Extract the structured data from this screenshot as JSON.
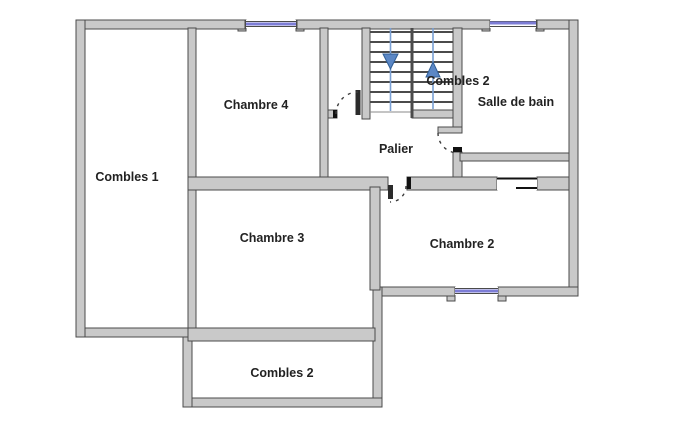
{
  "rooms": {
    "combles1": "Combles 1",
    "chambre4": "Chambre 4",
    "combles2_top": "Combles 2",
    "salle_de_bain": "Salle de bain",
    "palier": "Palier",
    "chambre3": "Chambre 3",
    "chambre2": "Chambre 2",
    "combles2_bottom": "Combles 2"
  },
  "colors": {
    "bg": "#ffffff",
    "wall_fill": "#c9c9c9",
    "wall_stroke": "#4b4b4b",
    "step_line": "#4b4b4b",
    "window_glass": "#7d7dd6",
    "stair_blue": "#5b87c5",
    "stair_blue_line": "#7aa0d4",
    "door_dark": "#2b2b2b",
    "label_text": "#222222"
  }
}
